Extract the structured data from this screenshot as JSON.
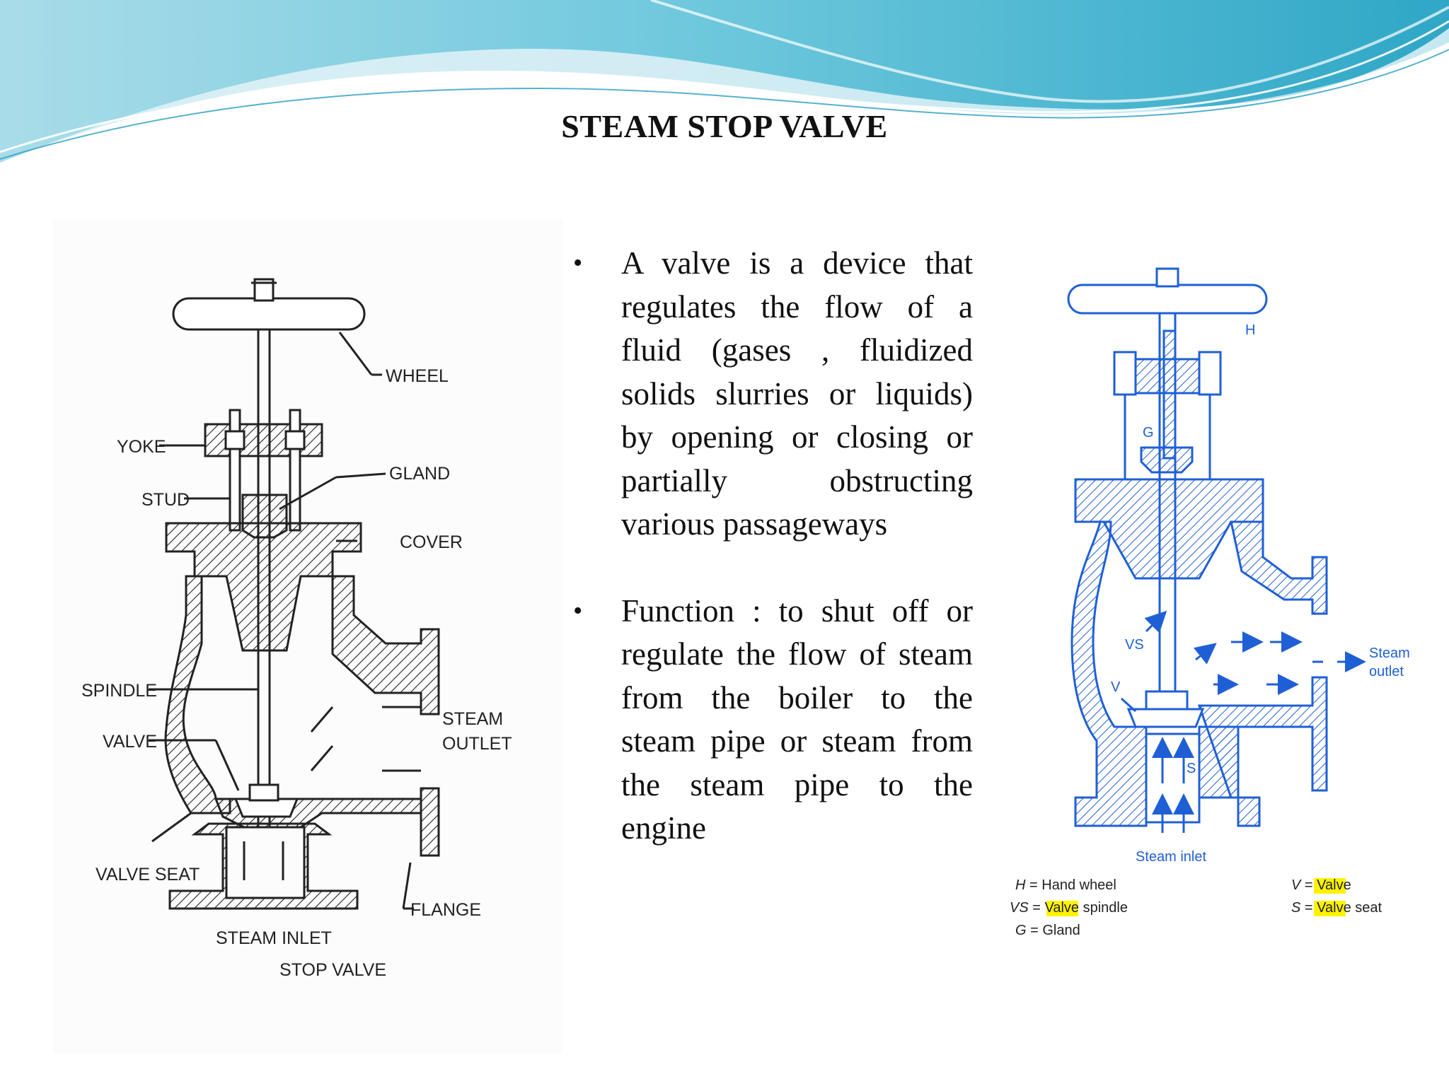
{
  "title": "STEAM STOP VALVE",
  "bullets": [
    "A valve is a device that regulates the flow of a fluid (gases , fluidized solids slurries or liquids) by opening or closing or partially obstructing various passageways",
    "Function : to shut off or regulate the flow of steam from the boiler to the steam pipe  or steam from the steam pipe to the engine"
  ],
  "left_diagram": {
    "labels": {
      "wheel": "WHEEL",
      "yoke": "YOKE",
      "stud": "STUD",
      "gland": "GLAND",
      "cover": "COVER",
      "spindle": "SPINDLE",
      "valve": "VALVE",
      "valve_seat": "VALVE  SEAT",
      "steam_outlet_1": "STEAM",
      "steam_outlet_2": "OUTLET",
      "flange": "FLANGE",
      "steam_inlet": "STEAM  INLET",
      "caption": "STOP  VALVE"
    }
  },
  "right_diagram": {
    "labels": {
      "h": "H",
      "g": "G",
      "vs": "VS",
      "v": "V",
      "s": "S",
      "steam_outlet_1": "Steam",
      "steam_outlet_2": "outlet",
      "steam_inlet": "Steam inlet"
    },
    "legend": {
      "h": {
        "key": "H",
        "eq": " = ",
        "text": "Hand wheel"
      },
      "vs": {
        "key": "VS",
        "eq": " = ",
        "highlight": "Valve",
        "text": " spindle"
      },
      "g": {
        "key": "G",
        "eq": " = ",
        "text": "Gland"
      },
      "v": {
        "key": "V",
        "eq": " = ",
        "highlight": "Valve",
        "text": ""
      },
      "s": {
        "key": "S",
        "eq": " = ",
        "highlight": "Valve",
        "text": " seat"
      }
    }
  },
  "colors": {
    "diagram_blue": "#1f5fd6",
    "highlight": "#fff200",
    "wave_teal": "#3cb6cf",
    "wave_light": "#a8dbe8"
  }
}
